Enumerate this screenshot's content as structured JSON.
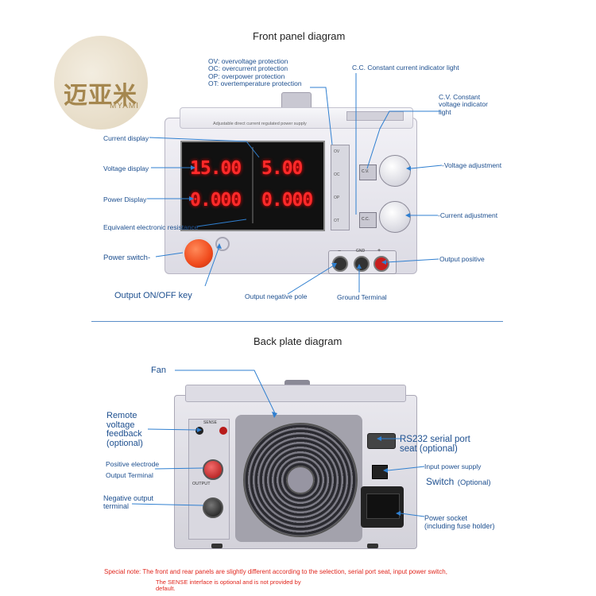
{
  "logo": {
    "chinese": "迈亚米",
    "latin": "MYAMI"
  },
  "front": {
    "title": "Front panel diagram",
    "protection_lines": [
      "OV: overvoltage protection",
      "OC: overcurrent protection",
      "OP: overpower protection",
      "OT: overtemperature protection"
    ],
    "cc_light": "C.C. Constant current indicator light",
    "cv_light_lines": [
      "C.V. Constant",
      "voltage indicator",
      "light"
    ],
    "current_display": "Current display",
    "voltage_display": "Voltage display",
    "power_display": "Power Display",
    "resistance": "Equivalent electronic resistance",
    "power_switch": "Power switch-",
    "on_off": "Output ON/OFF key",
    "voltage_adj": "-Voltage adjustment",
    "current_adj": "-Current adjustment",
    "output_positive": "Output positive",
    "output_negative": "Output negative pole",
    "ground": "Ground Terminal",
    "device": {
      "strip_text": "Adjustable direct current regulated power supply",
      "readout_voltage": "15.00",
      "readout_current": "5.00",
      "readout_power": "0.000",
      "readout_resistance": "0.000",
      "indicators": [
        "OV",
        "OC",
        "OP",
        "OT"
      ],
      "cv": "C.V.",
      "cc": "C.C.",
      "gnd": "GND",
      "minus": "−",
      "plus": "+"
    }
  },
  "back": {
    "title": "Back plate diagram",
    "fan": "Fan",
    "remote_lines": [
      "Remote",
      "voltage",
      "feedback",
      "(optional)"
    ],
    "pos_electrode_lines": [
      "Positive electrode",
      "Output Terminal"
    ],
    "neg_output_lines": [
      "Negative output",
      "terminal"
    ],
    "rs232_lines": [
      "RS232 serial port",
      "seat (optional)"
    ],
    "input_power": "Input power supply",
    "switch_main": "Switch",
    "switch_note": "(Optional)",
    "socket_lines": [
      "Power socket",
      "(including fuse holder)"
    ],
    "device": {
      "sense": "SENSE",
      "output": "OUTPUT"
    }
  },
  "notes": {
    "special": "Special note: The front and rear panels are slightly different according to the selection, serial port seat, input power switch,",
    "sense_lines": [
      "The SENSE interface is optional and is not provided by",
      "default."
    ]
  },
  "colors": {
    "label_blue": "#1d4f8f",
    "leader_blue": "#2f7fd0",
    "note_red": "#e0261d",
    "segment_red": "#ff2a2a"
  }
}
